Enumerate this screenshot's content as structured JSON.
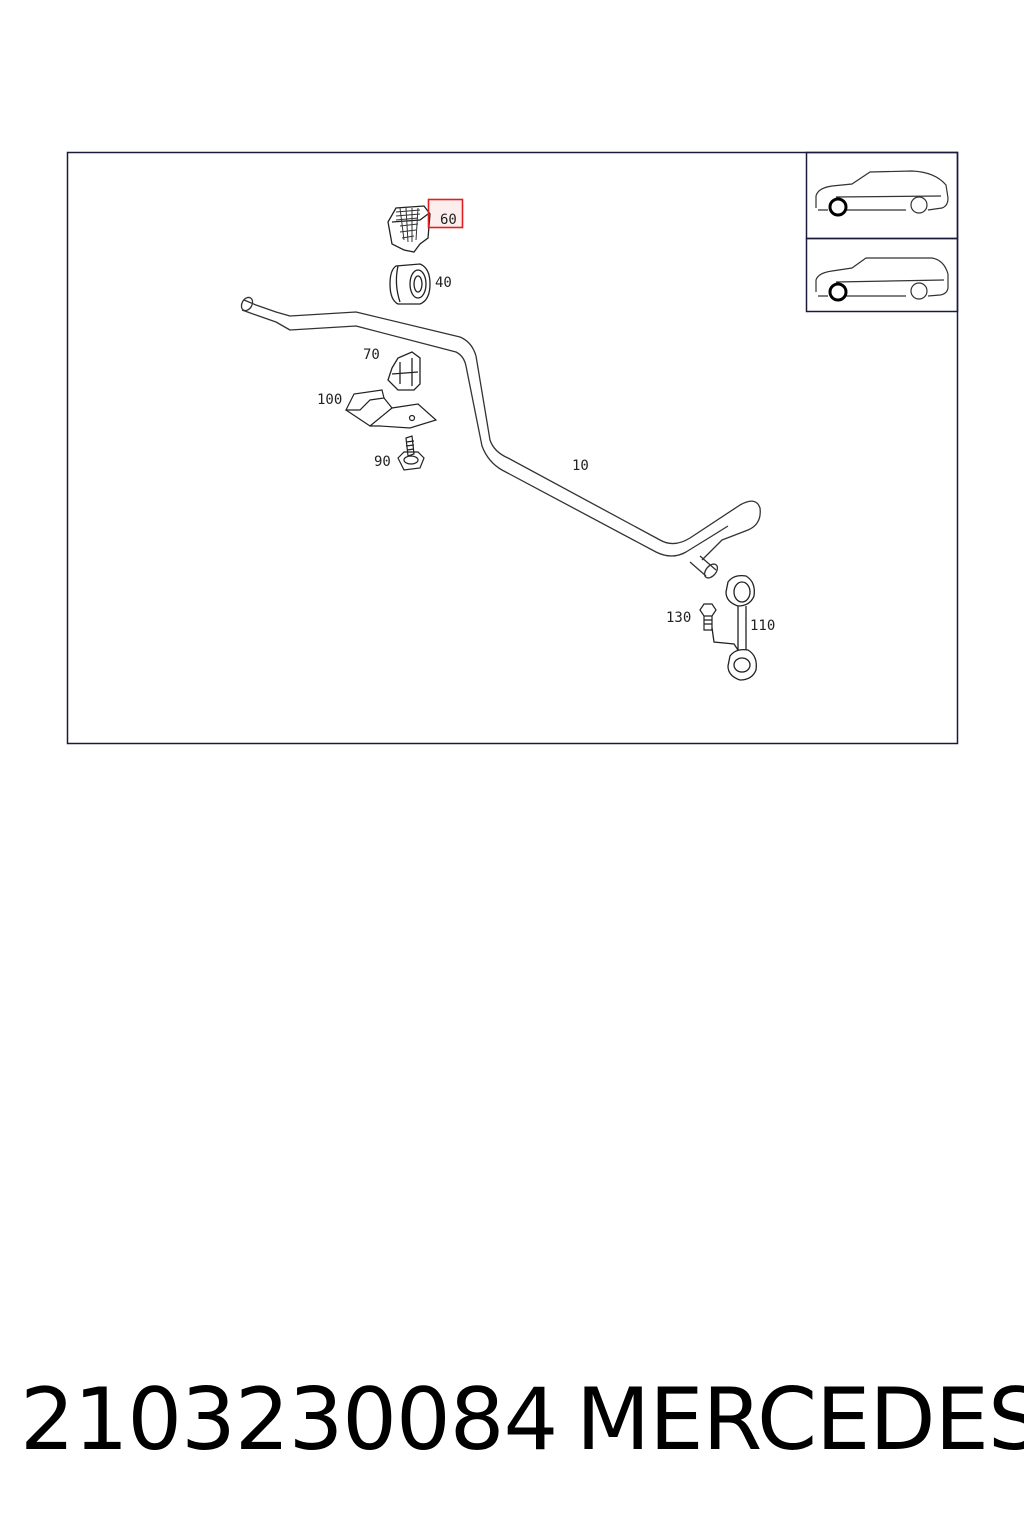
{
  "diagram": {
    "callouts": {
      "c10": "10",
      "c40": "40",
      "c60": "60",
      "c70": "70",
      "c90": "90",
      "c100": "100",
      "c110": "110",
      "c130": "130"
    },
    "highlighted_callout": "60",
    "highlight_color": "#e02020",
    "line_color": "#333333",
    "frame_color": "#1a1a3a",
    "vehicle_icons": [
      "sedan-icon",
      "estate-icon"
    ]
  },
  "footer": {
    "part_number": "2103230084",
    "brand": "MERCEDES"
  }
}
